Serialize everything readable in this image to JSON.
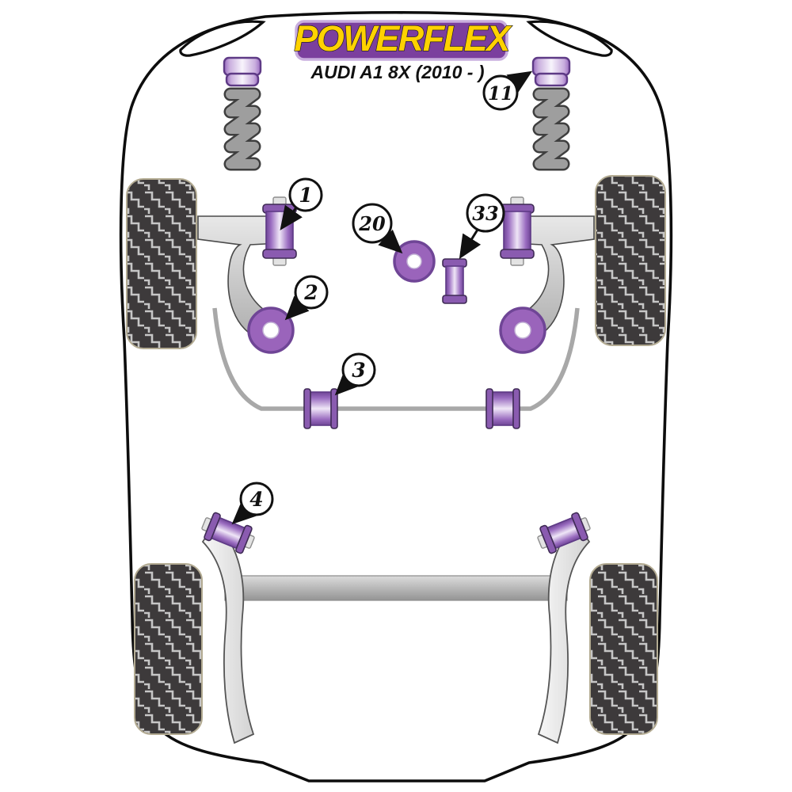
{
  "brand": {
    "logo_text": "POWERFLEX",
    "subtitle": "AUDI A1 8X (2010 - )"
  },
  "callouts": {
    "c1": "1",
    "c2": "2",
    "c3": "3",
    "c4": "4",
    "c11": "11",
    "c20": "20",
    "c33": "33"
  },
  "icons": {
    "callout_marker": "numbered-circle-with-arrow",
    "bushing": "purple-polyurethane-bushing",
    "spring": "coil-spring",
    "tire": "tire-tread-block"
  },
  "colors": {
    "logo_background": "#7b3f9e",
    "logo_border": "#c9aede",
    "logo_text_yellow": "#ffd200",
    "bushing_purple": "#9a64bb",
    "bushing_purple_dark": "#6f4596",
    "bushing_flange": "#8a5bb0",
    "tire_black": "#3d3a3b",
    "tread_gray": "#c6c6c6",
    "spring_gray": "#9e9e9e",
    "beam_gray": "#b5b5b5",
    "outline_black": "#111111"
  }
}
